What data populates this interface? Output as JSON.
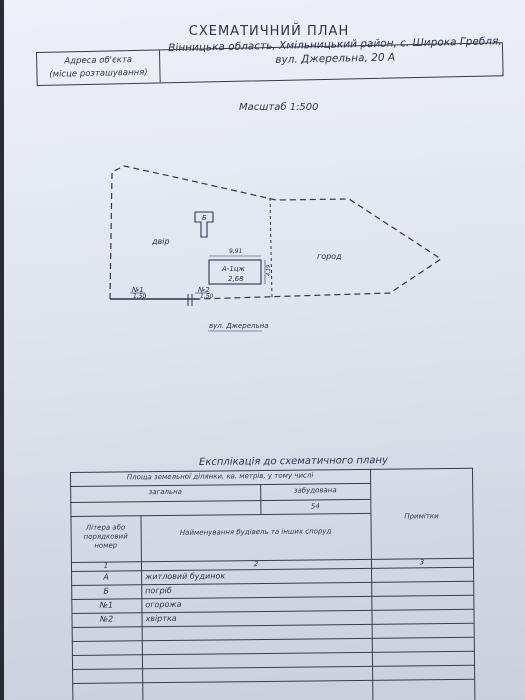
{
  "document": {
    "title": "СХЕМАТИЧНИЙ ПЛАН",
    "address_label_line1": "Адреса об'єкта",
    "address_label_line2": "(місце розташування)",
    "address_line1": "Вінницька область, Хмільницький район, с. Широка Гребля,",
    "address_line2": "вул. Джерельна, 20 А",
    "scale": "Масштаб 1:500"
  },
  "plan": {
    "yard_label": "двір",
    "garden_label": "город",
    "house_label": "А-1цж",
    "house_area": "2,68",
    "house_width": "9,91",
    "house_depth": "4,19",
    "cellar_label": "Б",
    "fence_label": "№1",
    "fence_length": "1,50",
    "gate_label": "№2",
    "gate_length": "1,50",
    "street_label": "вул. Джерельна"
  },
  "explication": {
    "title": "Експлікація до схематичного плану",
    "area_header": "Площа земельної ділянки, кв. метрів, у тому числі",
    "total_header": "загальна",
    "built_header": "забудована",
    "total_value": "",
    "built_value": "54",
    "notes_header": "Примітки",
    "letter_header": "Літера або порядковий номер",
    "name_header": "Найменування будівель та інших споруд",
    "col_numbers": [
      "1",
      "2",
      "3"
    ],
    "rows": [
      {
        "letter": "А",
        "name": "житловий будинок"
      },
      {
        "letter": "Б",
        "name": "погріб"
      },
      {
        "letter": "№1",
        "name": "огорожа"
      },
      {
        "letter": "№2",
        "name": "хвіртка"
      }
    ]
  }
}
